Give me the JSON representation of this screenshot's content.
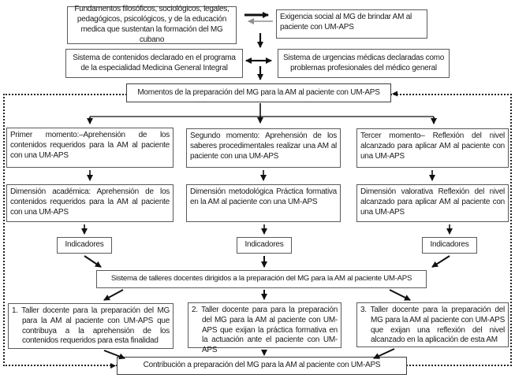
{
  "top": {
    "fundamentos": "Fundamentos filosóficos, sociológicos, legales, pedagógicos, psicológicos, y de la educación medica que sustentan la formación del MG cubano",
    "exigencia": "Exigencia social al MG de brindar AM al paciente con UM-APS",
    "contenidos": "Sistema de contenidos declarado en el programa de la especialidad Medicina General Integral",
    "urgencias": "Sistema de urgencias médicas declaradas como problemas profesionales del médico general"
  },
  "momentos_header": "Momentos de la preparación del MG para la AM al paciente con UM-APS",
  "columns": [
    {
      "momento": "Primer momento:–Aprehensión de los contenidos requeridos para la AM al paciente con una UM-APS",
      "dimension": "Dimensión académica: Aprehensión de los contenidos requeridos para la AM al paciente con una UM-APS",
      "indicadores": "Indicadores",
      "taller": "1. Taller docente para la preparación del MG para la AM al paciente con UM-APS que contribuya a la aprehensión de los contenidos requeridos para esta finalidad"
    },
    {
      "momento": "Segundo momento: Aprehensión de los saberes procedimentales realizar una AM al paciente con una UM-APS",
      "dimension": "Dimensión metodológica Práctica formativa en la AM al paciente con una UM-APS",
      "indicadores": "Indicadores",
      "taller": "2. Taller docente para para la preparación del MG para la AM al paciente con UM-APS que exijan la práctica formativa en la actuación ante el paciente con UM-APS"
    },
    {
      "momento": "Tercer momento– Reflexión del nivel alcanzado para aplicar AM al paciente con una UM-APS",
      "dimension": "Dimensión valorativa Reflexión del nivel alcanzado para aplicar AM al paciente con una UM-APS",
      "indicadores": "Indicadores",
      "taller": "3. Taller docente para la preparación del MG para la AM al paciente con UM-APS que exijan una reflexión del nivel alcanzado en la aplicación de esta AM"
    }
  ],
  "talleres_header": "Sistema de talleres docentes dirigidos a la preparación del MG para la AM al paciente UM-APS",
  "contribucion": "Contribución a preparación del MG para la AM al paciente con UM-APS",
  "colors": {
    "line": "#111111",
    "line_gray": "#8f8f8f",
    "border": "#5a5a5a",
    "text": "#1a1a1a"
  }
}
